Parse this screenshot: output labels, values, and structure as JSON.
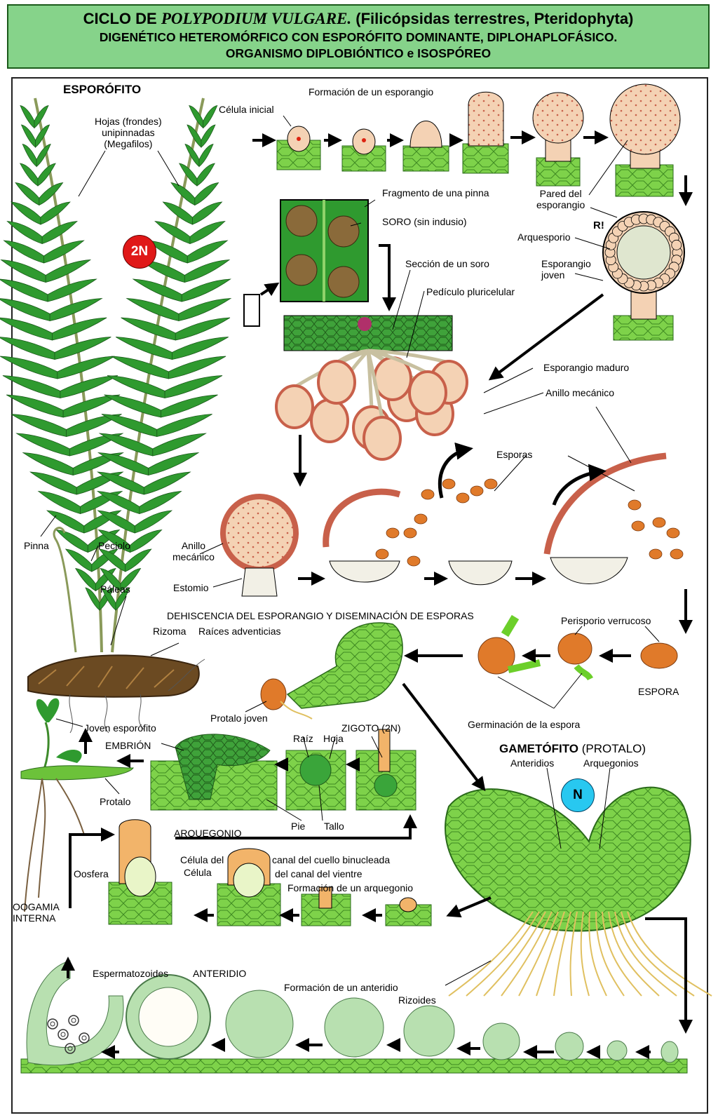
{
  "header": {
    "title_prefix": "CICLO DE ",
    "title_species": "POLYPODIUM VULGARE.",
    "title_suffix": " (Filicópsidas terrestres, Pteridophyta)",
    "line2": "DIGENÉTICO HETEROMÓRFICO CON ESPORÓFITO DOMINANTE, DIPLOHAPLOFÁSICO.",
    "line3": "ORGANISMO DIPLOBIÓNTICO e ISOSPÓREO"
  },
  "ploidy": {
    "sporophyte": "2N",
    "gametophyte": "N"
  },
  "colors": {
    "header_bg": "#86d38a",
    "frond": "#2f9a2f",
    "cell_green": "#7ed24a",
    "sporangium": "#f4d2b4",
    "annulus": "#c8604a",
    "spore": "#e07a2a",
    "diploid_tag": "#e01818",
    "haploid_tag": "#28c8f0",
    "antheridium": "#b8e0b0",
    "archegonium": "#f2b46a"
  },
  "labels": {
    "esporofito": "ESPORÓFITO",
    "hojas": "Hojas (frondes)\nunipinnadas\n(Megafilos)",
    "pinna": "Pinna",
    "peciolo": "Peciolo",
    "paleas": "Páleas",
    "rizoma": "Rizoma",
    "raices": "Raíces adventicias",
    "joven_esporofito": "Joven esporófito",
    "embrion": "EMBRIÓN",
    "protalo": "Protalo",
    "celula_inicial": "Célula inicial",
    "formacion_esporangio": "Formación de un esporangio",
    "fragmento_pinna": "Fragmento de una pinna",
    "soro": "SORO (sin indusio)",
    "seccion_soro": "Sección de un soro",
    "pediculo": "Pedículo pluricelular",
    "pared": "Pared del\nesporangio",
    "r": "R!",
    "arquesporio": "Arquesporio",
    "esporangio_joven": "Esporangio\njoven",
    "esporangio_maduro": "Esporangio maduro",
    "anillo_mecanico": "Anillo mecánico",
    "esporas": "Esporas",
    "anillo_mecanico2": "Anillo\nmecánico",
    "estomio": "Estomio",
    "dehiscencia": "DEHISCENCIA DEL ESPORANGIO Y DISEMINACIÓN DE ESPORAS",
    "perisporio": "Perisporio verrucoso",
    "espora": "ESPORA",
    "germinacion": "Germinación de la espora",
    "protalo_joven": "Protalo joven",
    "zigoto": "ZIGOTO (2N)",
    "raiz": "Raíz",
    "hoja": "Hoja",
    "pie": "Pie",
    "tallo": "Tallo",
    "gametofito": "GAMETÓFITO",
    "protalo_par": " (PROTALO)",
    "anteridios": "Anteridios",
    "arquegonios": "Arquegonios",
    "arquegonio": "ARQUEGONIO",
    "celula_del": "Célula del",
    "celula": "Célula",
    "oosfera": "Oosfera",
    "canal_cuello": "canal del cuello binucleada",
    "canal_vientre": "del canal del vientre",
    "formacion_arquegonio": "Formación de un arquegonio",
    "oogamia": "OOGAMIA\nINTERNA",
    "espermatozoides": "Espermatozoides",
    "anteridio": "ANTERIDIO",
    "formacion_anteridio": "Formación de un anteridio",
    "rizoides": "Rizoides"
  }
}
